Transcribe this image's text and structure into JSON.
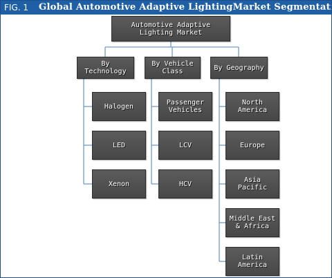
{
  "figure": {
    "label": "FIG. 1",
    "title": "Global Automotive Adaptive LightingMarket Segmentation"
  },
  "colors": {
    "header_bg": "#1e5fa6",
    "node_bg": "#4f4f4f",
    "connector": "#6e9bc7"
  },
  "root": {
    "label": "Automotive Adaptive Lighting Market"
  },
  "categories": [
    {
      "label": "By Technology",
      "items": [
        "Halogen",
        "LED",
        "Xenon"
      ]
    },
    {
      "label": "By Vehicle Class",
      "items": [
        "Passenger Vehicles",
        "LCV",
        "HCV"
      ]
    },
    {
      "label": "By Geography",
      "items": [
        "North America",
        "Europe",
        "Asia Pacific",
        "Middle East & Africa",
        "Latin America"
      ]
    }
  ]
}
